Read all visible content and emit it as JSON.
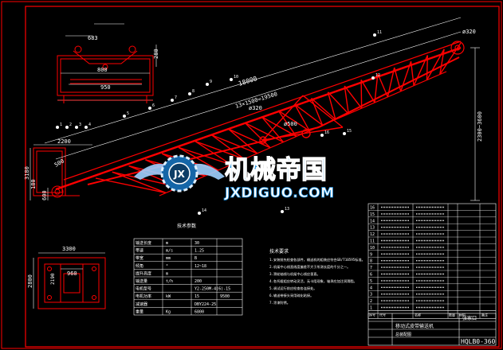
{
  "dims": {
    "top_width": "683",
    "top_height": "280",
    "top_inner": "800",
    "top_outer": "950",
    "end_diameter": "ø320",
    "total_length": "18000",
    "span_length": "13×1500=19500",
    "truss_diameter": "ø320",
    "wheel_diameter": "ø500",
    "left_base_width": "2200",
    "left_dim_a": "500",
    "left_dim_b": "180",
    "left_dim_c": "600",
    "left_dim_d": "3180",
    "right_height": "2300~3600",
    "side_bottom_width": "3300",
    "side_bottom_inner": "960",
    "side_bottom_height": "2800",
    "side_bottom_inner2": "2190"
  },
  "balloons": [
    "1",
    "2",
    "3",
    "4",
    "5",
    "6",
    "7",
    "8",
    "9",
    "10",
    "11",
    "12",
    "13",
    "14",
    "15",
    "16"
  ],
  "param_table": {
    "title": "技术参数",
    "rows": [
      {
        "name": "输送长度",
        "unit": "m",
        "value": "30"
      },
      {
        "name": "带速",
        "unit": "m/s",
        "value": "1.25"
      },
      {
        "name": "带宽",
        "unit": "mm",
        "value": "B"
      },
      {
        "name": "倾角",
        "unit": "°",
        "value": "12~18"
      },
      {
        "name": "提升高度",
        "unit": "m",
        "value": ""
      },
      {
        "name": "输送量",
        "unit": "t/h",
        "value": "200"
      },
      {
        "name": "电机型号",
        "unit": "",
        "value": "Y2-250M-4(6)-15"
      },
      {
        "name": "电机功率",
        "unit": "kW",
        "value": "15"
      },
      {
        "name": "减速器",
        "unit": "",
        "value": "DBY224-25"
      },
      {
        "name": "重量",
        "unit": "Kg",
        "value": "6800"
      }
    ],
    "extra_value": "9500"
  },
  "notes": {
    "title": "技术要求",
    "lines": [
      "1.安装前先检查各部件，输送机的组装应符合GB/T10595标准。",
      "2.机架中心线直线度偏差不大于所测长度的千分之一。",
      "3.滑轮轴线与机架中心线应垂直。",
      "4.各托辊组应转动灵活，无卡阻现象，轴承应加注润滑脂。",
      "5.调试运行前应检查各连接处。",
      "6.输送带接头采用硫化粘接。",
      "7.涂漆防锈。"
    ]
  },
  "bom": {
    "rows": [
      "16",
      "15",
      "14",
      "13",
      "12",
      "11",
      "10",
      "9",
      "8",
      "7",
      "6",
      "5",
      "4",
      "3",
      "2",
      "1"
    ],
    "header_cells": [
      "序号",
      "代号",
      "名称",
      "数量",
      "材料",
      "备注"
    ]
  },
  "title_block": {
    "title": "移动式皮带输送机",
    "subtitle": "总装配图",
    "drawing_no": "HQLB0-360",
    "company": "张家口"
  },
  "watermark": {
    "cn": "机械帝国",
    "en": "JXDIGUO.COM",
    "emblem": "JX"
  },
  "colors": {
    "frame": "#ff0000",
    "line": "#ffffff",
    "dim": "#ffffff",
    "accent": "#00aaff",
    "watermark_blue": "#1a8fe0"
  }
}
